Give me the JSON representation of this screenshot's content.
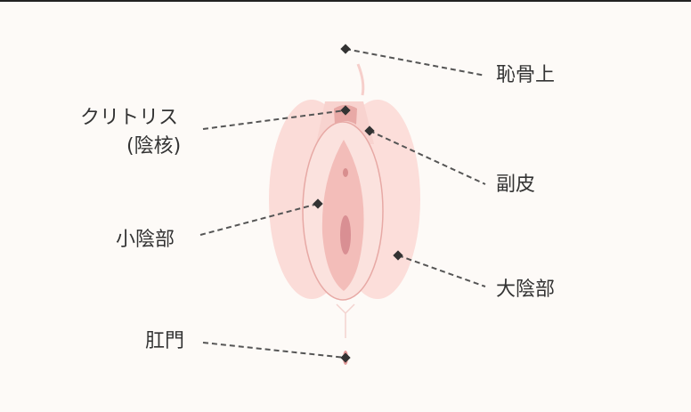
{
  "labels": {
    "pubic": "恥骨上",
    "clitoris": "クリトリス",
    "clitoris_sub": "(陰核)",
    "hood": "副皮",
    "labia_minora": "小陰部",
    "labia_majora": "大陰部",
    "anus": "肛門"
  },
  "colors": {
    "line": "#555555",
    "marker": "#333333",
    "text": "#333333"
  }
}
